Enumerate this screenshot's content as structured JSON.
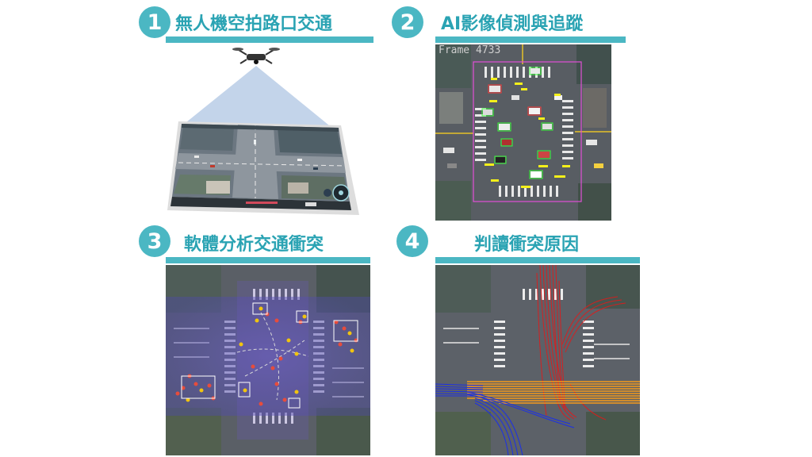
{
  "steps": [
    {
      "number": "1",
      "title": "無人機空拍路口交通"
    },
    {
      "number": "2",
      "title": "AI影像偵測與追蹤"
    },
    {
      "number": "3",
      "title": "軟體分析交通衝突"
    },
    {
      "number": "4",
      "title": "判讀衝突原因"
    }
  ],
  "panel2": {
    "frame_label": "Frame 4733"
  },
  "colors": {
    "accent": "#4bb7c3",
    "title": "#2aa3b3"
  }
}
